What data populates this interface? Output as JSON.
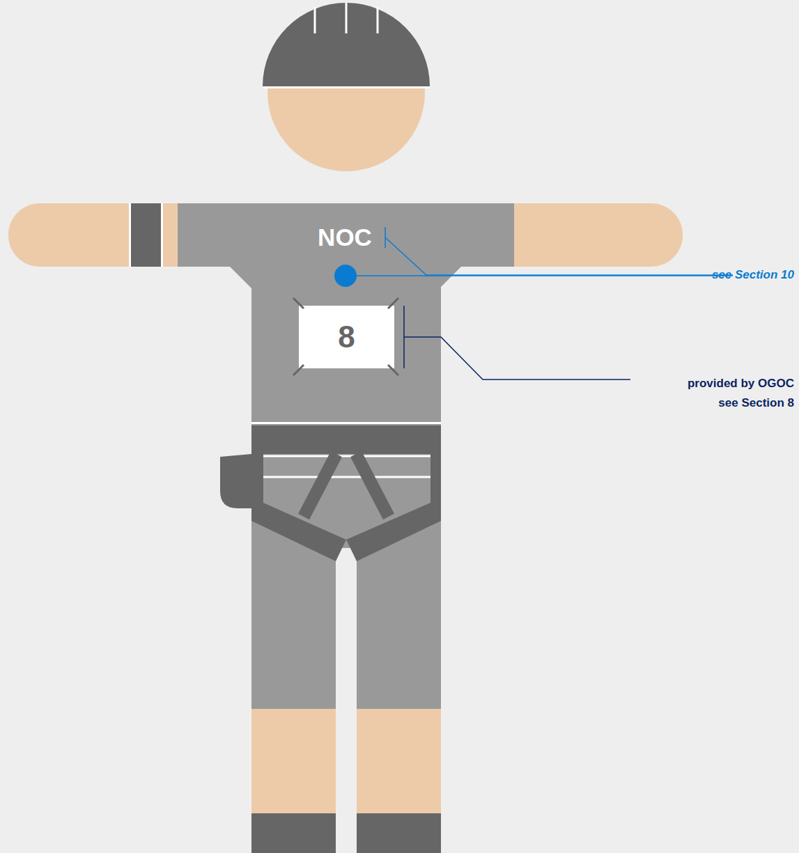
{
  "diagram": {
    "nodes": [
      {
        "text": [
          "8"
        ]
      }
    ],
    "labels": [
      "NOC",
      "see Section 10",
      "provided by OGOC see Section 8"
    ]
  }
}
